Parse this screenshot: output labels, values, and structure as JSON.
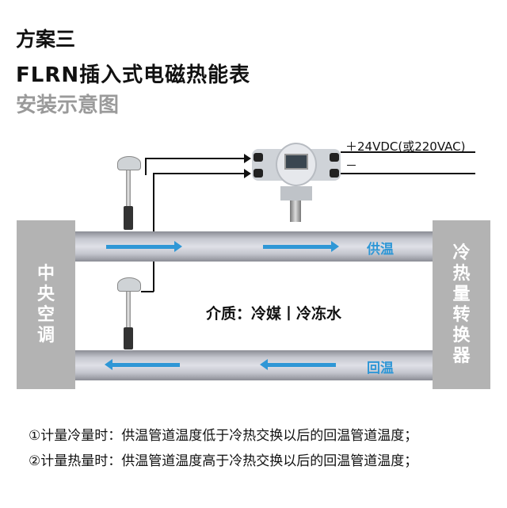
{
  "title": {
    "scheme": "方案三",
    "product": "FLRN插入式电磁热能表",
    "subtitle": "安装示意图"
  },
  "power": {
    "plus": "＋24VDC(或220VAC)",
    "minus": "－"
  },
  "left_box": "中央空调",
  "right_box": "冷热量转换器",
  "pipes": {
    "supply": "供温",
    "return": "回温"
  },
  "medium": "介质：冷媒丨冷冻水",
  "notes": [
    "①计量冷量时：供温管道温度低于冷热交换以后的回温管道温度；",
    "②计量热量时：供温管道温度高于冷热交换以后的回温管道温度；"
  ],
  "colors": {
    "accent": "#2f97d6",
    "box": "#b3b3b3"
  }
}
